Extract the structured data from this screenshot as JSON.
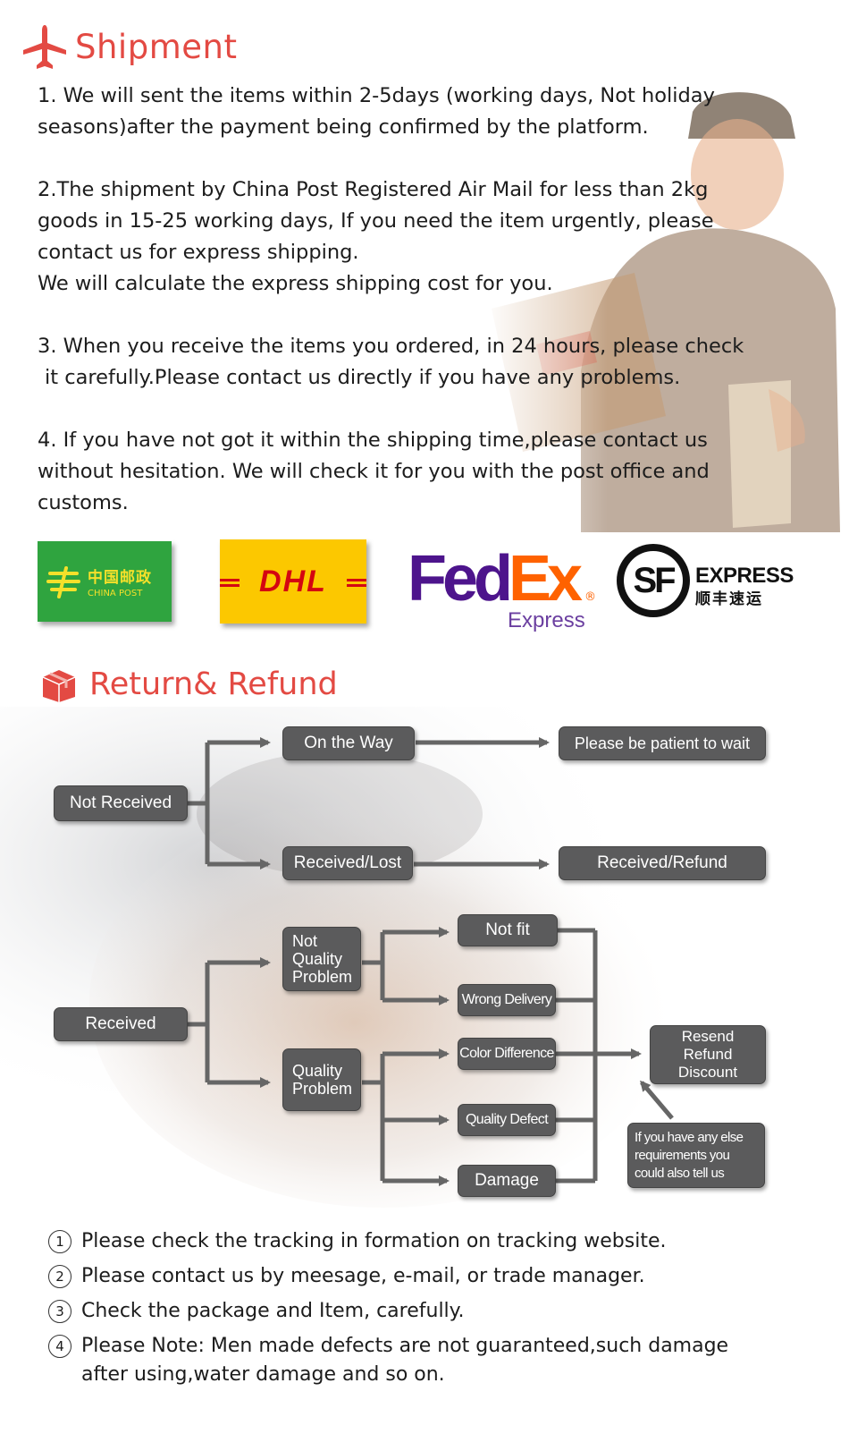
{
  "colors": {
    "heading": "#e34a43",
    "flow_box": "#5b5b5c",
    "flow_arrow": "#666666",
    "china_post_green": "#2fa43f",
    "dhl_yellow": "#fcc800",
    "dhl_red": "#d40511",
    "fedex_purple": "#4d148c",
    "fedex_orange": "#ff6200"
  },
  "shipment": {
    "title": "Shipment",
    "icon": "airplane-icon",
    "paragraphs": [
      [
        "1. We will sent the items within 2-5days (working days, Not holiday",
        "seasons)after the payment being confirmed by the platform."
      ],
      [
        "2.The shipment by China Post Registered Air Mail for less than  2kg",
        "goods in 15-25 working days, If  you need the item urgently, please",
        "contact us for express shipping.",
        "We will calculate the express shipping cost for you."
      ],
      [
        "3. When you receive the items you ordered, in 24 hours, please check",
        " it carefully.Please contact us directly if you have any problems."
      ],
      [
        "4. If you have not got it within the shipping time,please contact us",
        "without hesitation. We will check it for you with the post office and",
        "customs."
      ]
    ]
  },
  "logos": {
    "china_post": {
      "cn": "中国邮政",
      "en": "CHINA POST"
    },
    "dhl": {
      "text": "DHL"
    },
    "fedex": {
      "fed": "Fed",
      "ex": "Ex",
      "reg": "®",
      "sub": "Express"
    },
    "sf": {
      "mark": "SF",
      "express": "EXPRESS",
      "cn": "顺丰速运"
    }
  },
  "return": {
    "title": "Return& Refund",
    "icon": "package-box-icon",
    "flow": {
      "not_received": "Not Received",
      "on_the_way": "On the Way",
      "patient": "Please be patient to wait",
      "received_lost": "Received/Lost",
      "received_refund": "Received/Refund",
      "received": "Received",
      "not_quality": [
        "Not",
        "Quality",
        "Problem"
      ],
      "quality": [
        "Quality",
        "Problem"
      ],
      "not_fit": "Not fit",
      "wrong_delivery": "Wrong Delivery",
      "color_difference": "Color Difference",
      "quality_defect": "Quality Defect",
      "damage": "Damage",
      "resend": [
        "Resend",
        "Refund",
        "Discount"
      ],
      "else": [
        "If you have any else",
        "requirements you",
        "could also tell us"
      ]
    }
  },
  "notes": [
    {
      "num": "1",
      "lines": [
        "Please check the tracking in formation on tracking website."
      ]
    },
    {
      "num": "2",
      "lines": [
        "Please contact us by meesage, e-mail, or trade manager."
      ]
    },
    {
      "num": "3",
      "lines": [
        "Check the package and Item, carefully."
      ]
    },
    {
      "num": "4",
      "lines": [
        "Please Note: Men made defects  are not guaranteed,such damage",
        "after using,water damage and so on."
      ]
    }
  ]
}
